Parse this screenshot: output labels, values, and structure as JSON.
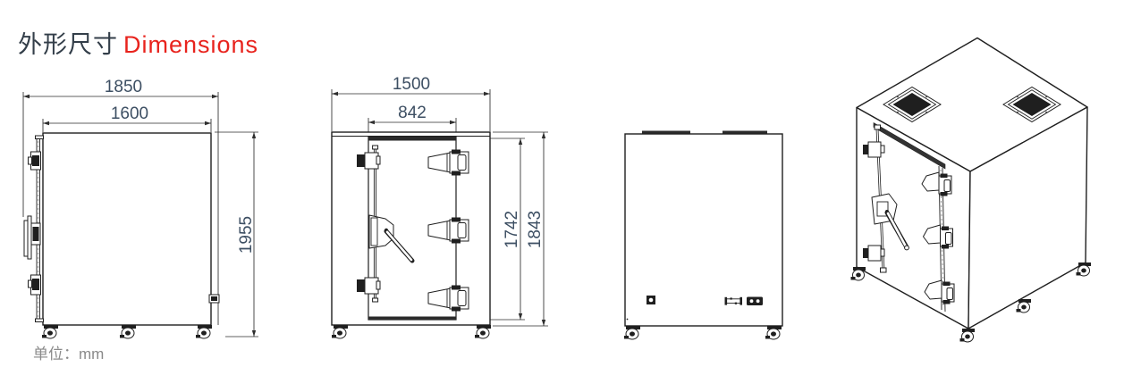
{
  "header": {
    "title_zh": "外形尺寸",
    "title_en": "Dimensions"
  },
  "footer": {
    "unit_label": "单位：mm"
  },
  "views": {
    "side": {
      "overall_width_mm": "1850",
      "body_depth_mm": "1600",
      "overall_height_mm": "1955"
    },
    "front": {
      "overall_width_mm": "1500",
      "door_width_mm": "842",
      "door_height_mm": "1742",
      "body_height_mm": "1843"
    }
  },
  "colors": {
    "accent_red": "#e8231d",
    "dim_text": "#3d4f63",
    "line": "#1f1f1f",
    "muted_text": "#8a8a8a"
  }
}
